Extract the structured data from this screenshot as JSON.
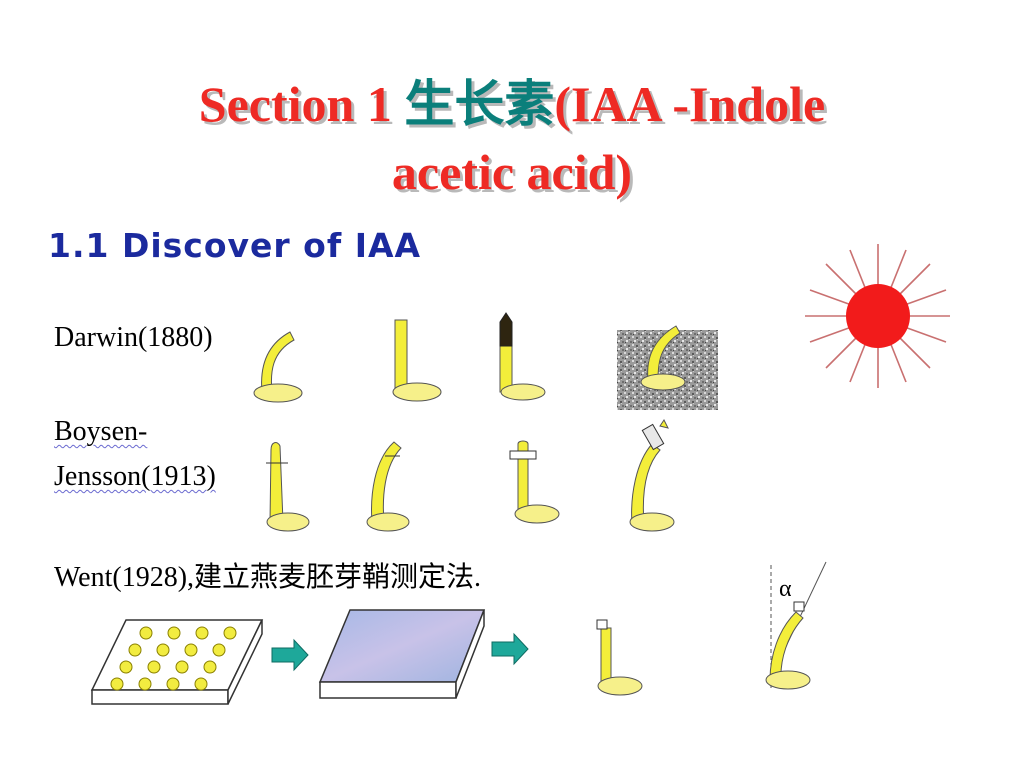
{
  "title": {
    "prefix": "Section 1 ",
    "chinese": "生长素",
    "suffix_line1": "(IAA -Indole",
    "line2": "acetic acid)"
  },
  "subtitle": "1.1 Discover of IAA",
  "experiments": {
    "darwin": "Darwin(1880)",
    "boysen_line1": "Boysen-",
    "boysen_line2": "Jensson(1913)",
    "went": "Went(1928),建立燕麦胚芽鞘测定法."
  },
  "angle_label": "α",
  "colors": {
    "title_red": "#ee2a24",
    "title_teal": "#0b7f7b",
    "subtitle_blue": "#1b2a9e",
    "coleoptile_yellow": "#f3ee3a",
    "seed_yellow": "#f6f08a",
    "sun_red": "#f21b1b",
    "arrow_teal": "#1ea89a"
  },
  "icons": [
    "sun-icon",
    "coleoptile-icon",
    "agar-block-icon",
    "arrow-right-icon"
  ]
}
